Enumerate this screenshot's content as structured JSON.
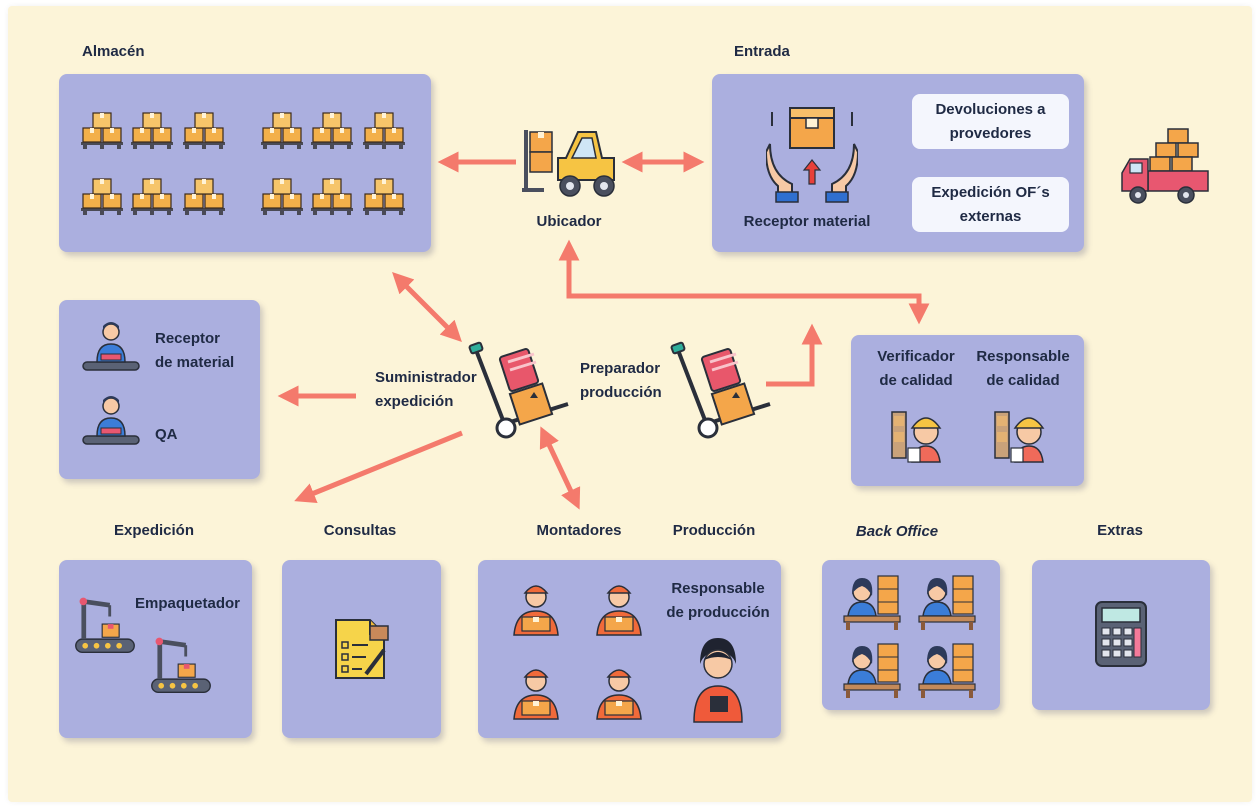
{
  "sections": {
    "almacen": "Almacén",
    "entrada": "Entrada",
    "expedicion": "Expedición",
    "consultas": "Consultas",
    "montadores": "Montadores",
    "produccion": "Producción",
    "back_office": "Back Office",
    "extras": "Extras"
  },
  "roles": {
    "ubicador": "Ubicador",
    "receptor_material": "Receptor material",
    "devoluciones_line1": "Devoluciones a",
    "devoluciones_line2": "provedores",
    "expedicion_of_line1": "Expedición OF´s",
    "expedicion_of_line2": "externas",
    "receptor_de_material_line1": "Receptor",
    "receptor_de_material_line2": "de material",
    "qa": "QA",
    "suministrador_line1": "Suministrador",
    "suministrador_line2": "expedición",
    "preparador_line1": "Preparador",
    "preparador_line2": "producción",
    "verificador_line1": "Verificador",
    "verificador_line2": "de calidad",
    "responsable_calidad_line1": "Responsable",
    "responsable_calidad_line2": "de calidad",
    "empaquetador": "Empaquetador",
    "responsable_produccion_line1": "Responsable",
    "responsable_produccion_line2": "de producción"
  },
  "colors": {
    "background": "#fcf4d8",
    "box": "#abafdf",
    "pill": "#f4f6fd",
    "arrow": "#f47a6c",
    "text": "#1f2a44"
  },
  "icons": {
    "warehouse": "pallet-boxes-icon",
    "forklift": "forklift-icon",
    "receiving": "hands-box-icon",
    "truck": "delivery-truck-icon",
    "conveyor_worker": "conveyor-worker-icon",
    "hand_truck": "hand-truck-icon",
    "quality_worker": "hardhat-worker-icon",
    "robot_arm": "robot-arm-icon",
    "checklist": "checklist-icon",
    "assembler": "assembler-worker-icon",
    "manager": "production-manager-icon",
    "office_worker": "office-worker-icon",
    "calculator": "calculator-icon"
  }
}
